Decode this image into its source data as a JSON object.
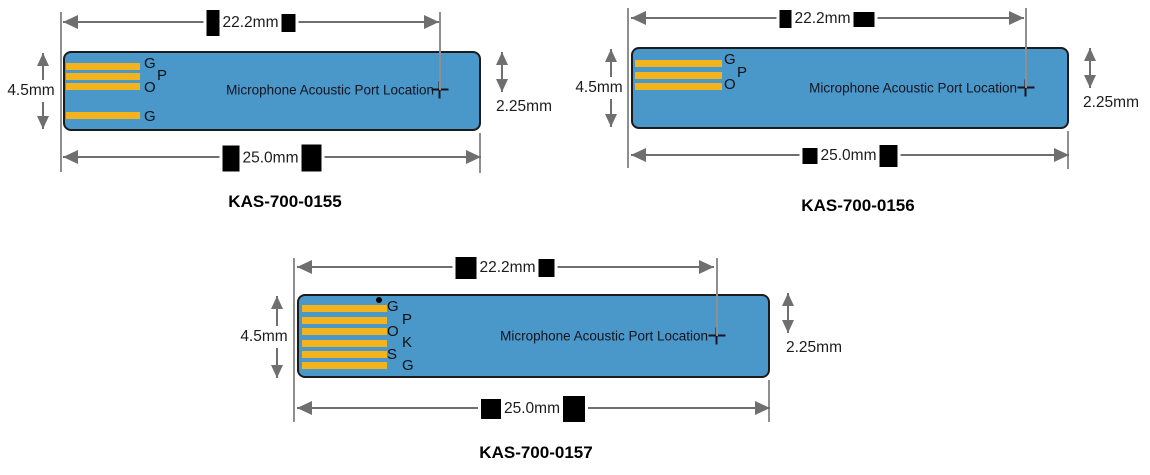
{
  "colors": {
    "background": "#ffffff",
    "board_fill": "#4a97c9",
    "board_border": "#1c1c1c",
    "contact_stripe": "#f2b31c",
    "dimension_lines": "#6f6f6f",
    "text": "#1a1a1a",
    "redaction_box": "#000000"
  },
  "diagrams": [
    {
      "title": "KAS-700-0155",
      "dim_width_port": "22.2mm",
      "dim_width_board": "25.0mm",
      "dim_height": "4.5mm",
      "dim_port_offset": "2.25mm",
      "port_label": "Microphone Acoustic Port Location",
      "pins": [
        "G",
        "P",
        "O",
        "G"
      ]
    },
    {
      "title": "KAS-700-0156",
      "dim_width_port": "22.2mm",
      "dim_width_board": "25.0mm",
      "dim_height": "4.5mm",
      "dim_port_offset": "2.25mm",
      "port_label": "Microphone Acoustic Port Location",
      "pins": [
        "G",
        "P",
        "O"
      ]
    },
    {
      "title": "KAS-700-0157",
      "dim_width_port": "22.2mm",
      "dim_width_board": "25.0mm",
      "dim_height": "4.5mm",
      "dim_port_offset": "2.25mm",
      "port_label": "Microphone Acoustic Port Location",
      "pins": [
        "G",
        "P",
        "O",
        "K",
        "S",
        "G"
      ]
    }
  ]
}
